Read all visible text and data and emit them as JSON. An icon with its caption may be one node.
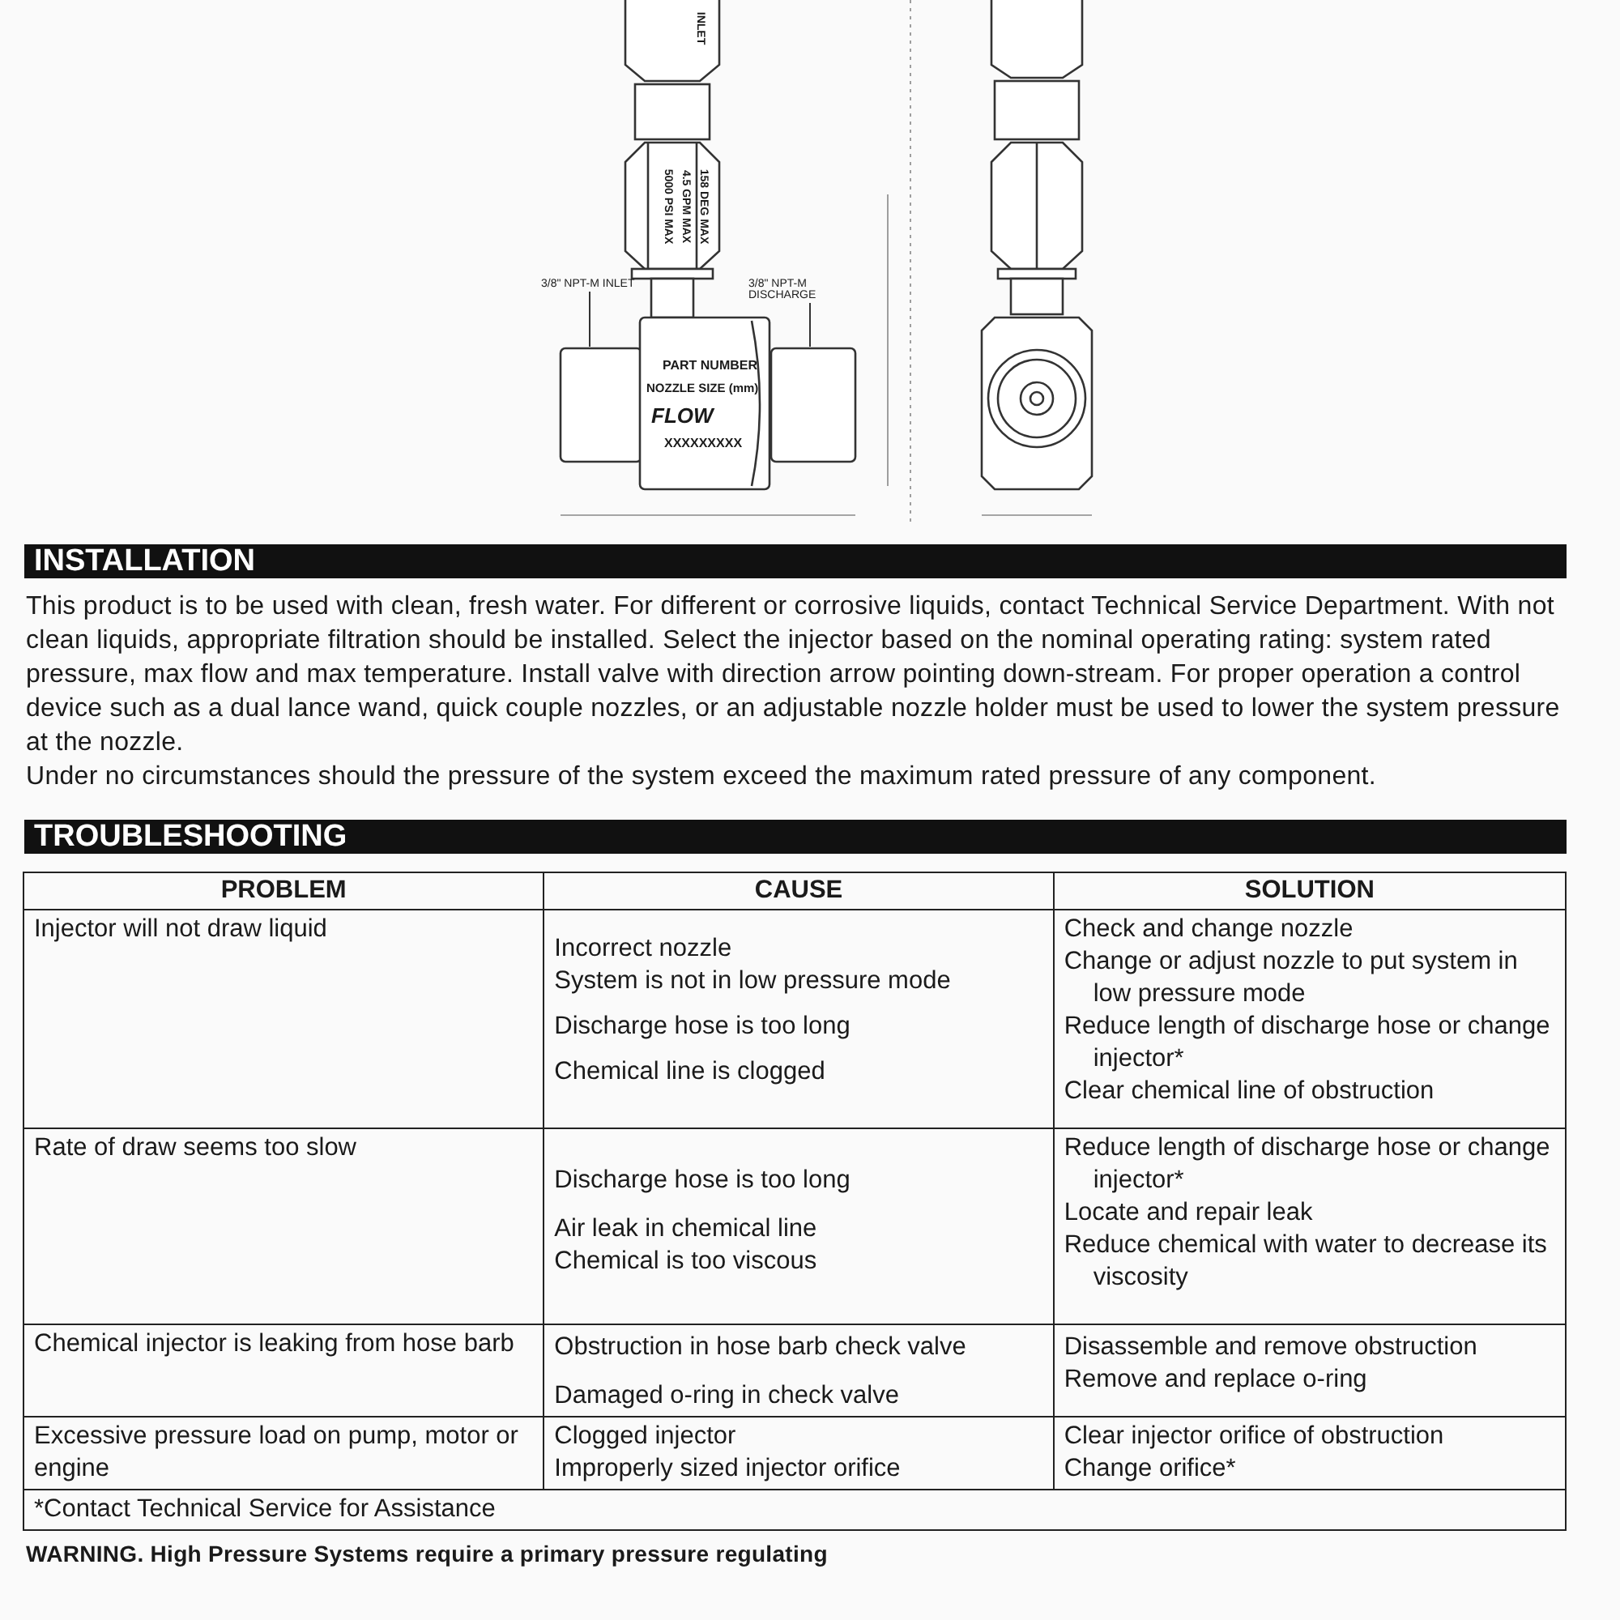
{
  "diagram": {
    "nodes": [
      {
        "text": [
          "3/8\" NPT-M INLET"
        ]
      },
      {
        "text": [
          "3/8\" NPT-M DISCHARGE"
        ]
      }
    ],
    "edges": [
      {
        "from": 0,
        "to": null,
        "arrow": "none"
      },
      {
        "from": 1,
        "to": null,
        "arrow": "none"
      }
    ],
    "labels": [
      "INLET",
      "5000 PSI MAX",
      "4.5 GPM MAX",
      "158 DEG MAX",
      "PART NUMBER",
      "NOZZLE SIZE (mm)",
      "FLOW",
      "XXXXXXXXX",
      "INSTALLATION",
      "This product is to be used with clean, fresh water. For different or corrosive liquids, contact Technical Service Department. With not clean liquids, appropriate filtration should be installed. Select the injector based on the nominal operating rating: system rated pressure, max flow and max temperature. Install valve with direction arrow pointing down-stream. For proper operation a control device such as a dual lance wand, quick couple nozzles, or an adjustable nozzle holder must be used to lower the system pressure at the nozzle.",
      "Under no circumstances should the pressure of the system exceed the maximum rated pressure of any component.",
      "TROUBLESHOOTING",
      "PROBLEM",
      "CAUSE",
      "SOLUTION",
      "Injector will not draw liquid",
      "Incorrect nozzle",
      "System is not in low pressure mode",
      "Discharge hose is too long",
      "Chemical line is clogged",
      "Check and change nozzle",
      "Change or adjust nozzle to put system in low pressure mode",
      "Reduce length of discharge hose or change injector*",
      "Clear chemical line of obstruction",
      "Rate of draw seems too slow",
      "Discharge hose is too long",
      "Air leak in chemical line",
      "Chemical is too viscous",
      "Reduce length of discharge hose or change injector*",
      "Locate and repair leak",
      "Reduce chemical with water to decrease its viscosity",
      "Chemical injector is leaking from hose barb",
      "Obstruction in hose barb check valve",
      "Damaged o-ring in check valve",
      "Disassemble and remove obstruction",
      "Remove and replace o-ring",
      "Excessive pressure load on pump, motor or engine",
      "Clogged injector",
      "Improperly sized injector orifice",
      "Clear injector orifice of obstruction",
      "Change orifice*",
      "*Contact Technical Service for Assistance",
      "WARNING. High Pressure Systems require a primary pressure regulating"
    ]
  }
}
